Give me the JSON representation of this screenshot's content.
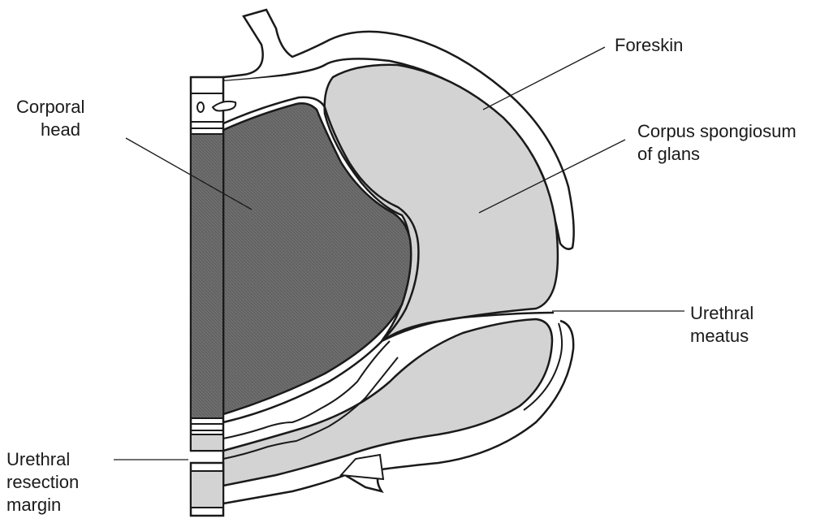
{
  "labels": {
    "foreskin": "Foreskin",
    "corporal_head": [
      "Corporal",
      "head"
    ],
    "corpus_spongiosum": [
      "Corpus spongiosum",
      "of glans"
    ],
    "urethral_meatus": [
      "Urethral",
      "meatus"
    ],
    "urethral_resection_margin": [
      "Urethral",
      "resection",
      "margin"
    ]
  },
  "colors": {
    "outline": "#1a1a1a",
    "corporal_fill": "#6e6e6e",
    "spongiosum_fill": "#d3d3d3",
    "background": "#ffffff"
  }
}
